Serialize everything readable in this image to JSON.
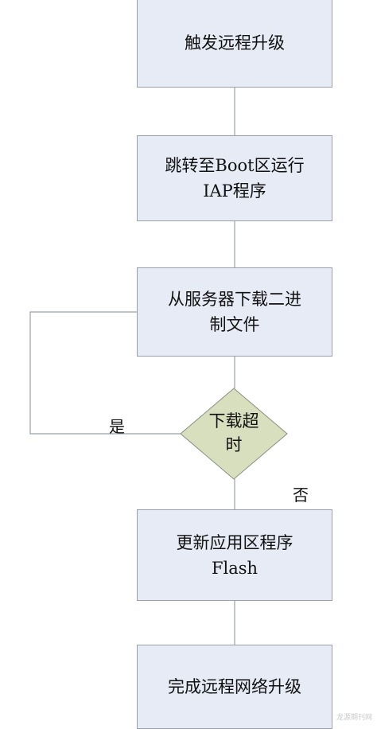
{
  "flowchart": {
    "steps": [
      {
        "line1": "触发远程升级",
        "line2": ""
      },
      {
        "line1": "跳转至Boot区运行",
        "line2": "IAP程序"
      },
      {
        "line1": "从服务器下载二进",
        "line2": "制文件"
      },
      {
        "line1": "更新应用区程序",
        "line2": "Flash"
      },
      {
        "line1": "完成远程网络升级",
        "line2": ""
      }
    ],
    "decision": {
      "line1": "下载超",
      "line2": "时"
    },
    "yes_label": "是",
    "no_label": "否",
    "watermark": "龙源期刊网"
  }
}
